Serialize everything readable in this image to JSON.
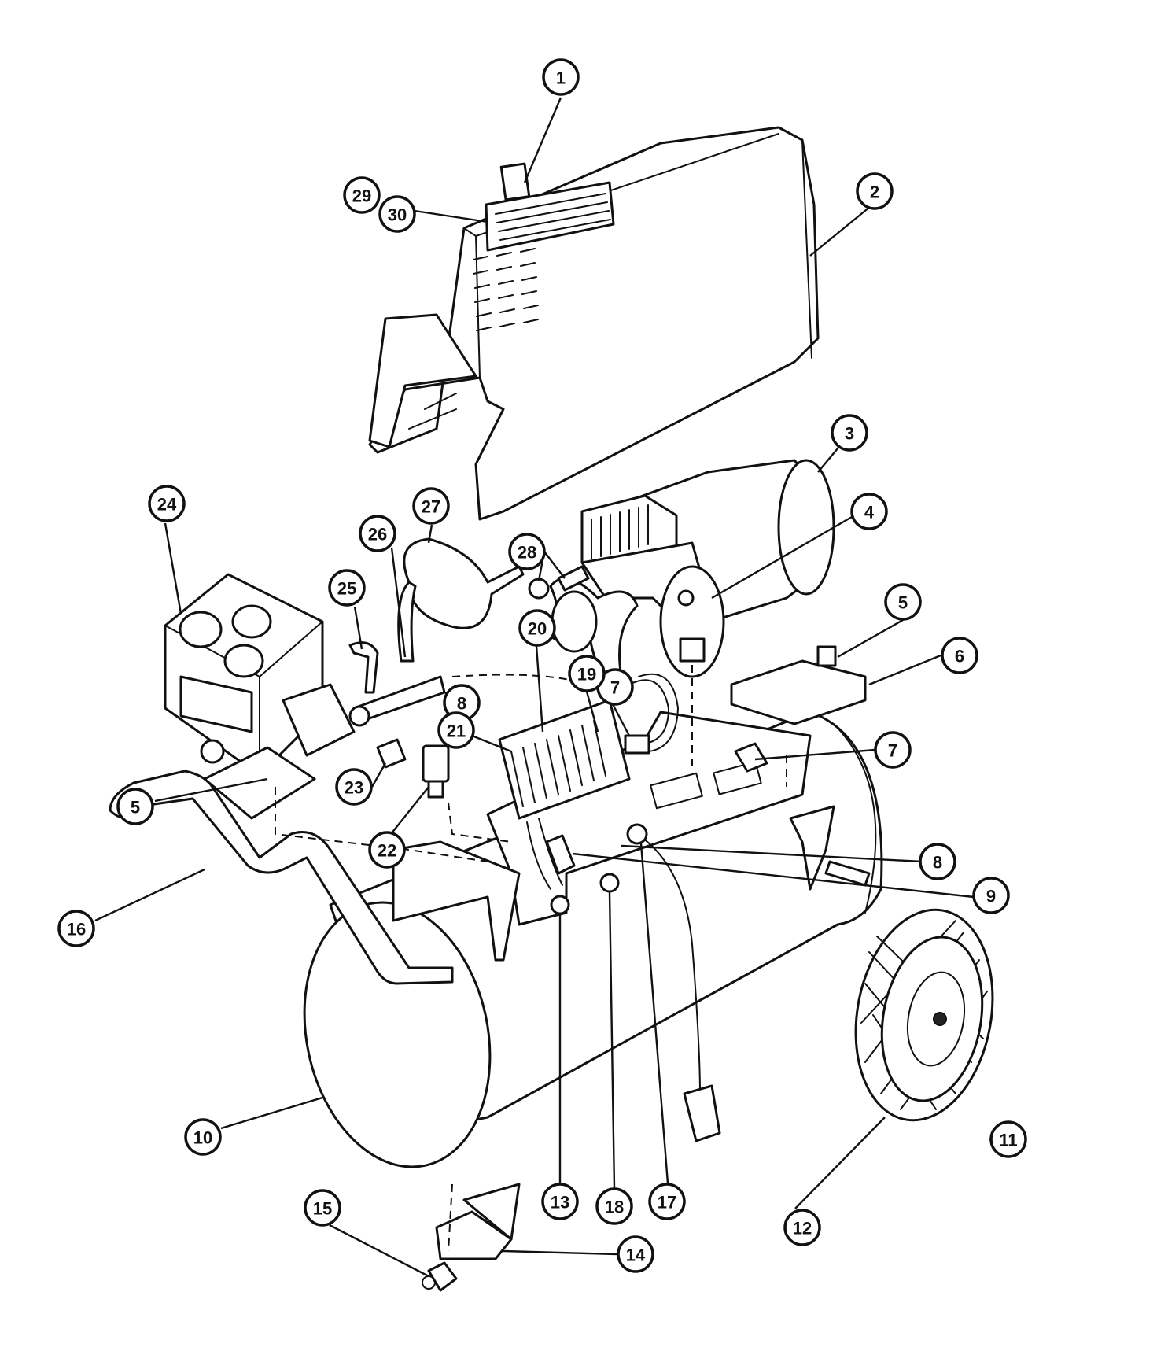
{
  "callouts": [
    {
      "label": "1"
    },
    {
      "label": "2"
    },
    {
      "label": "3"
    },
    {
      "label": "4"
    },
    {
      "label": "5"
    },
    {
      "label": "6"
    },
    {
      "label": "7"
    },
    {
      "label": "7"
    },
    {
      "label": "8"
    },
    {
      "label": "8"
    },
    {
      "label": "9"
    },
    {
      "label": "10"
    },
    {
      "label": "11"
    },
    {
      "label": "12"
    },
    {
      "label": "13"
    },
    {
      "label": "14"
    },
    {
      "label": "15"
    },
    {
      "label": "16"
    },
    {
      "label": "17"
    },
    {
      "label": "18"
    },
    {
      "label": "19"
    },
    {
      "label": "20"
    },
    {
      "label": "21"
    },
    {
      "label": "22"
    },
    {
      "label": "23"
    },
    {
      "label": "24"
    },
    {
      "label": "25"
    },
    {
      "label": "26"
    },
    {
      "label": "27"
    },
    {
      "label": "28"
    },
    {
      "label": "29"
    },
    {
      "label": "30"
    },
    {
      "label": "5"
    }
  ],
  "colors": {
    "ink": "#111111",
    "paper": "#ffffff"
  }
}
